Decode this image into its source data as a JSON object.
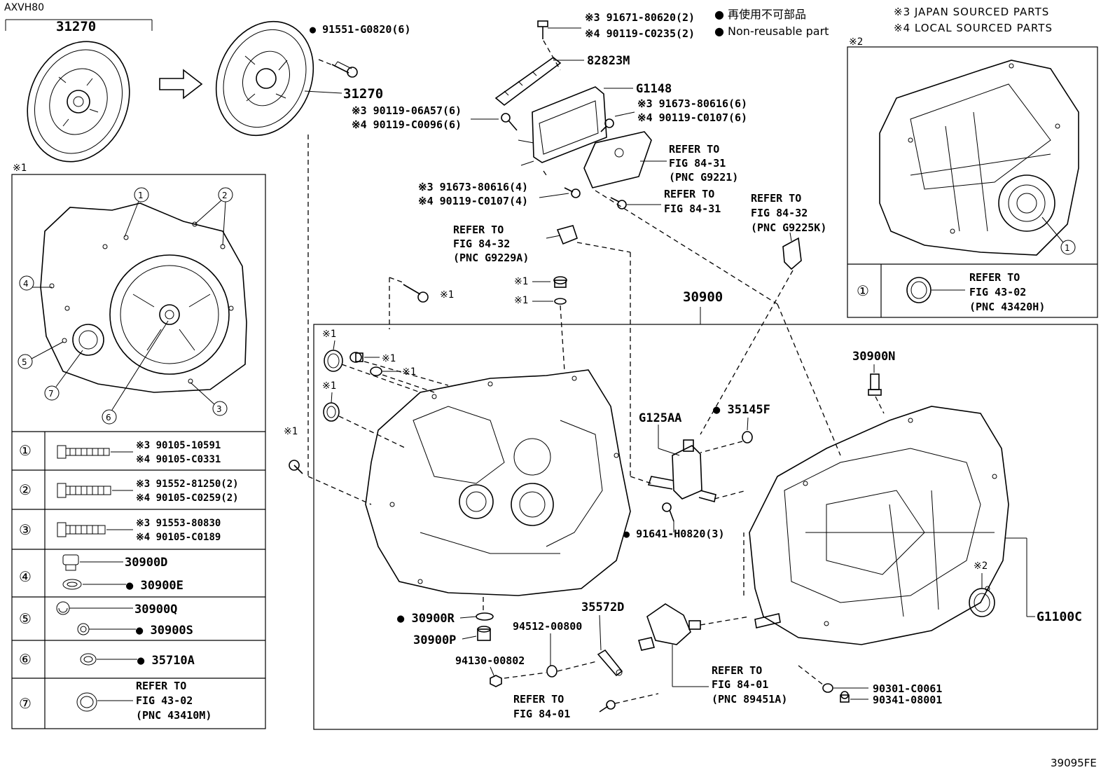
{
  "model": "AXVH80",
  "top_left_part": "31270",
  "footer_code": "39095FE",
  "legend": {
    "jp": "再使用不可部品",
    "en": "Non-reusable part",
    "note3": "※3 JAPAN SOURCED PARTS",
    "note4": "※4 LOCAL SOURCED PARTS"
  },
  "box_marks": {
    "left": "※1",
    "right": "※2"
  },
  "detail_table": [
    {
      "no": "①",
      "l1": "※3 90105-10591",
      "l2": "※4 90105-C0331"
    },
    {
      "no": "②",
      "l1": "※3 91552-81250(2)",
      "l2": "※4 90105-C0259(2)"
    },
    {
      "no": "③",
      "l1": "※3 91553-80830",
      "l2": "※4 90105-C0189"
    },
    {
      "no": "④",
      "l1": "30900D",
      "l2": "30900E"
    },
    {
      "no": "⑤",
      "l1": "30900Q",
      "l2": "30900S"
    },
    {
      "no": "⑥",
      "l1": "35710A",
      "l2": ""
    },
    {
      "no": "⑦",
      "l1": "REFER TO",
      "l2": "FIG 43-02",
      "l3": "(PNC 43410M)"
    }
  ],
  "right_box": {
    "no": "①",
    "l1": "REFER TO",
    "l2": "FIG 43-02",
    "l3": "(PNC 43420H)"
  },
  "labels": {
    "p91551": "91551-G0820(6)",
    "p31270": "31270",
    "p91671": "※3 91671-80620(2)",
    "p90119a": "※4 90119-C0235(2)",
    "p82823": "82823M",
    "pG1148": "G1148",
    "p90119_3": "※3 90119-06A57(6)",
    "p90119_4": "※4 90119-C0096(6)",
    "p91673a": "※3 91673-80616(6)",
    "p90119c": "※4 90119-C0107(6)",
    "ref9221_1": "REFER TO",
    "ref9221_2": "FIG 84-31",
    "ref9221_3": "(PNC G9221)",
    "p91673b": "※3 91673-80616(4)",
    "p90119d": "※4 90119-C0107(4)",
    "ref8431_1": "REFER TO",
    "ref8431_2": "FIG 84-31",
    "ref9225_1": "REFER TO",
    "ref9225_2": "FIG 84-32",
    "ref9225_3": "(PNC G9225K)",
    "ref9229_1": "REFER TO",
    "ref9229_2": "FIG 84-32",
    "ref9229_3": "(PNC G9229A)",
    "x1a": "※1",
    "x1b": "※1",
    "x1c": "※1",
    "p30900": "30900",
    "x1d": "※1",
    "x1e": "※1",
    "x1f": "※1",
    "x1g": "※1",
    "x1h": "※1",
    "p30900N": "30900N",
    "p35145F": "35145F",
    "pG125AA": "G125AA",
    "p91641": "91641-H0820(3)",
    "x2b": "※2",
    "pG1100C": "G1100C",
    "p30900R": "30900R",
    "p30900P": "30900P",
    "p94512": "94512-00800",
    "p35572D": "35572D",
    "p94130": "94130-00802",
    "ref8401a_1": "REFER TO",
    "ref8401a_2": "FIG 84-01",
    "ref8401b_1": "REFER TO",
    "ref8401b_2": "FIG 84-01",
    "ref8401b_3": "(PNC 89451A)",
    "p90301": "90301-C0061",
    "p90341": "90341-08001"
  }
}
